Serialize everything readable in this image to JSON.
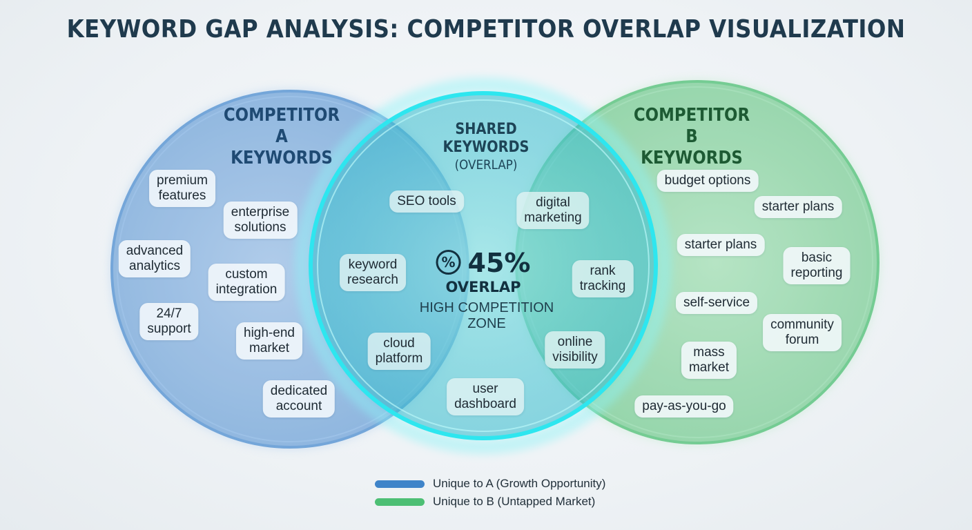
{
  "title": "KEYWORD GAP ANALYSIS: COMPETITOR OVERLAP VISUALIZATION",
  "colors": {
    "competitor_a": "#3f84c9",
    "competitor_b": "#4dbf74",
    "shared": "#22dde8"
  },
  "competitor_a": {
    "heading_line1": "COMPETITOR A",
    "heading_line2": "KEYWORDS",
    "keywords": [
      [
        "premium",
        "features"
      ],
      [
        "enterprise",
        "solutions"
      ],
      [
        "advanced",
        "analytics"
      ],
      [
        "custom",
        "integration"
      ],
      [
        "24/7",
        "support"
      ],
      [
        "high-end",
        "market"
      ],
      [
        "dedicated",
        "account"
      ]
    ]
  },
  "shared": {
    "heading_line1": "SHARED",
    "heading_line2": "KEYWORDS",
    "heading_line3": "(OVERLAP)",
    "overlap_percent": "45%",
    "overlap_label": "OVERLAP",
    "zone_line1": "HIGH COMPETITION",
    "zone_line2": "ZONE",
    "keywords": [
      [
        "SEO tools"
      ],
      [
        "digital",
        "marketing"
      ],
      [
        "keyword",
        "research"
      ],
      [
        "rank",
        "tracking"
      ],
      [
        "cloud",
        "platform"
      ],
      [
        "online",
        "visibility"
      ],
      [
        "user",
        "dashboard"
      ]
    ]
  },
  "competitor_b": {
    "heading_line1": "COMPETITOR B",
    "heading_line2": "KEYWORDS",
    "keywords": [
      [
        "budget options"
      ],
      [
        "starter plans"
      ],
      [
        "starter plans"
      ],
      [
        "basic",
        "reporting"
      ],
      [
        "self-service"
      ],
      [
        "community",
        "forum"
      ],
      [
        "mass",
        "market"
      ],
      [
        "pay-as-you-go"
      ]
    ]
  },
  "legend": {
    "items": [
      {
        "label": "Unique to A (Growth Opportunity)",
        "color": "#3f84c9"
      },
      {
        "label": "Unique to B (Untapped Market)",
        "color": "#4dbf74"
      }
    ]
  }
}
